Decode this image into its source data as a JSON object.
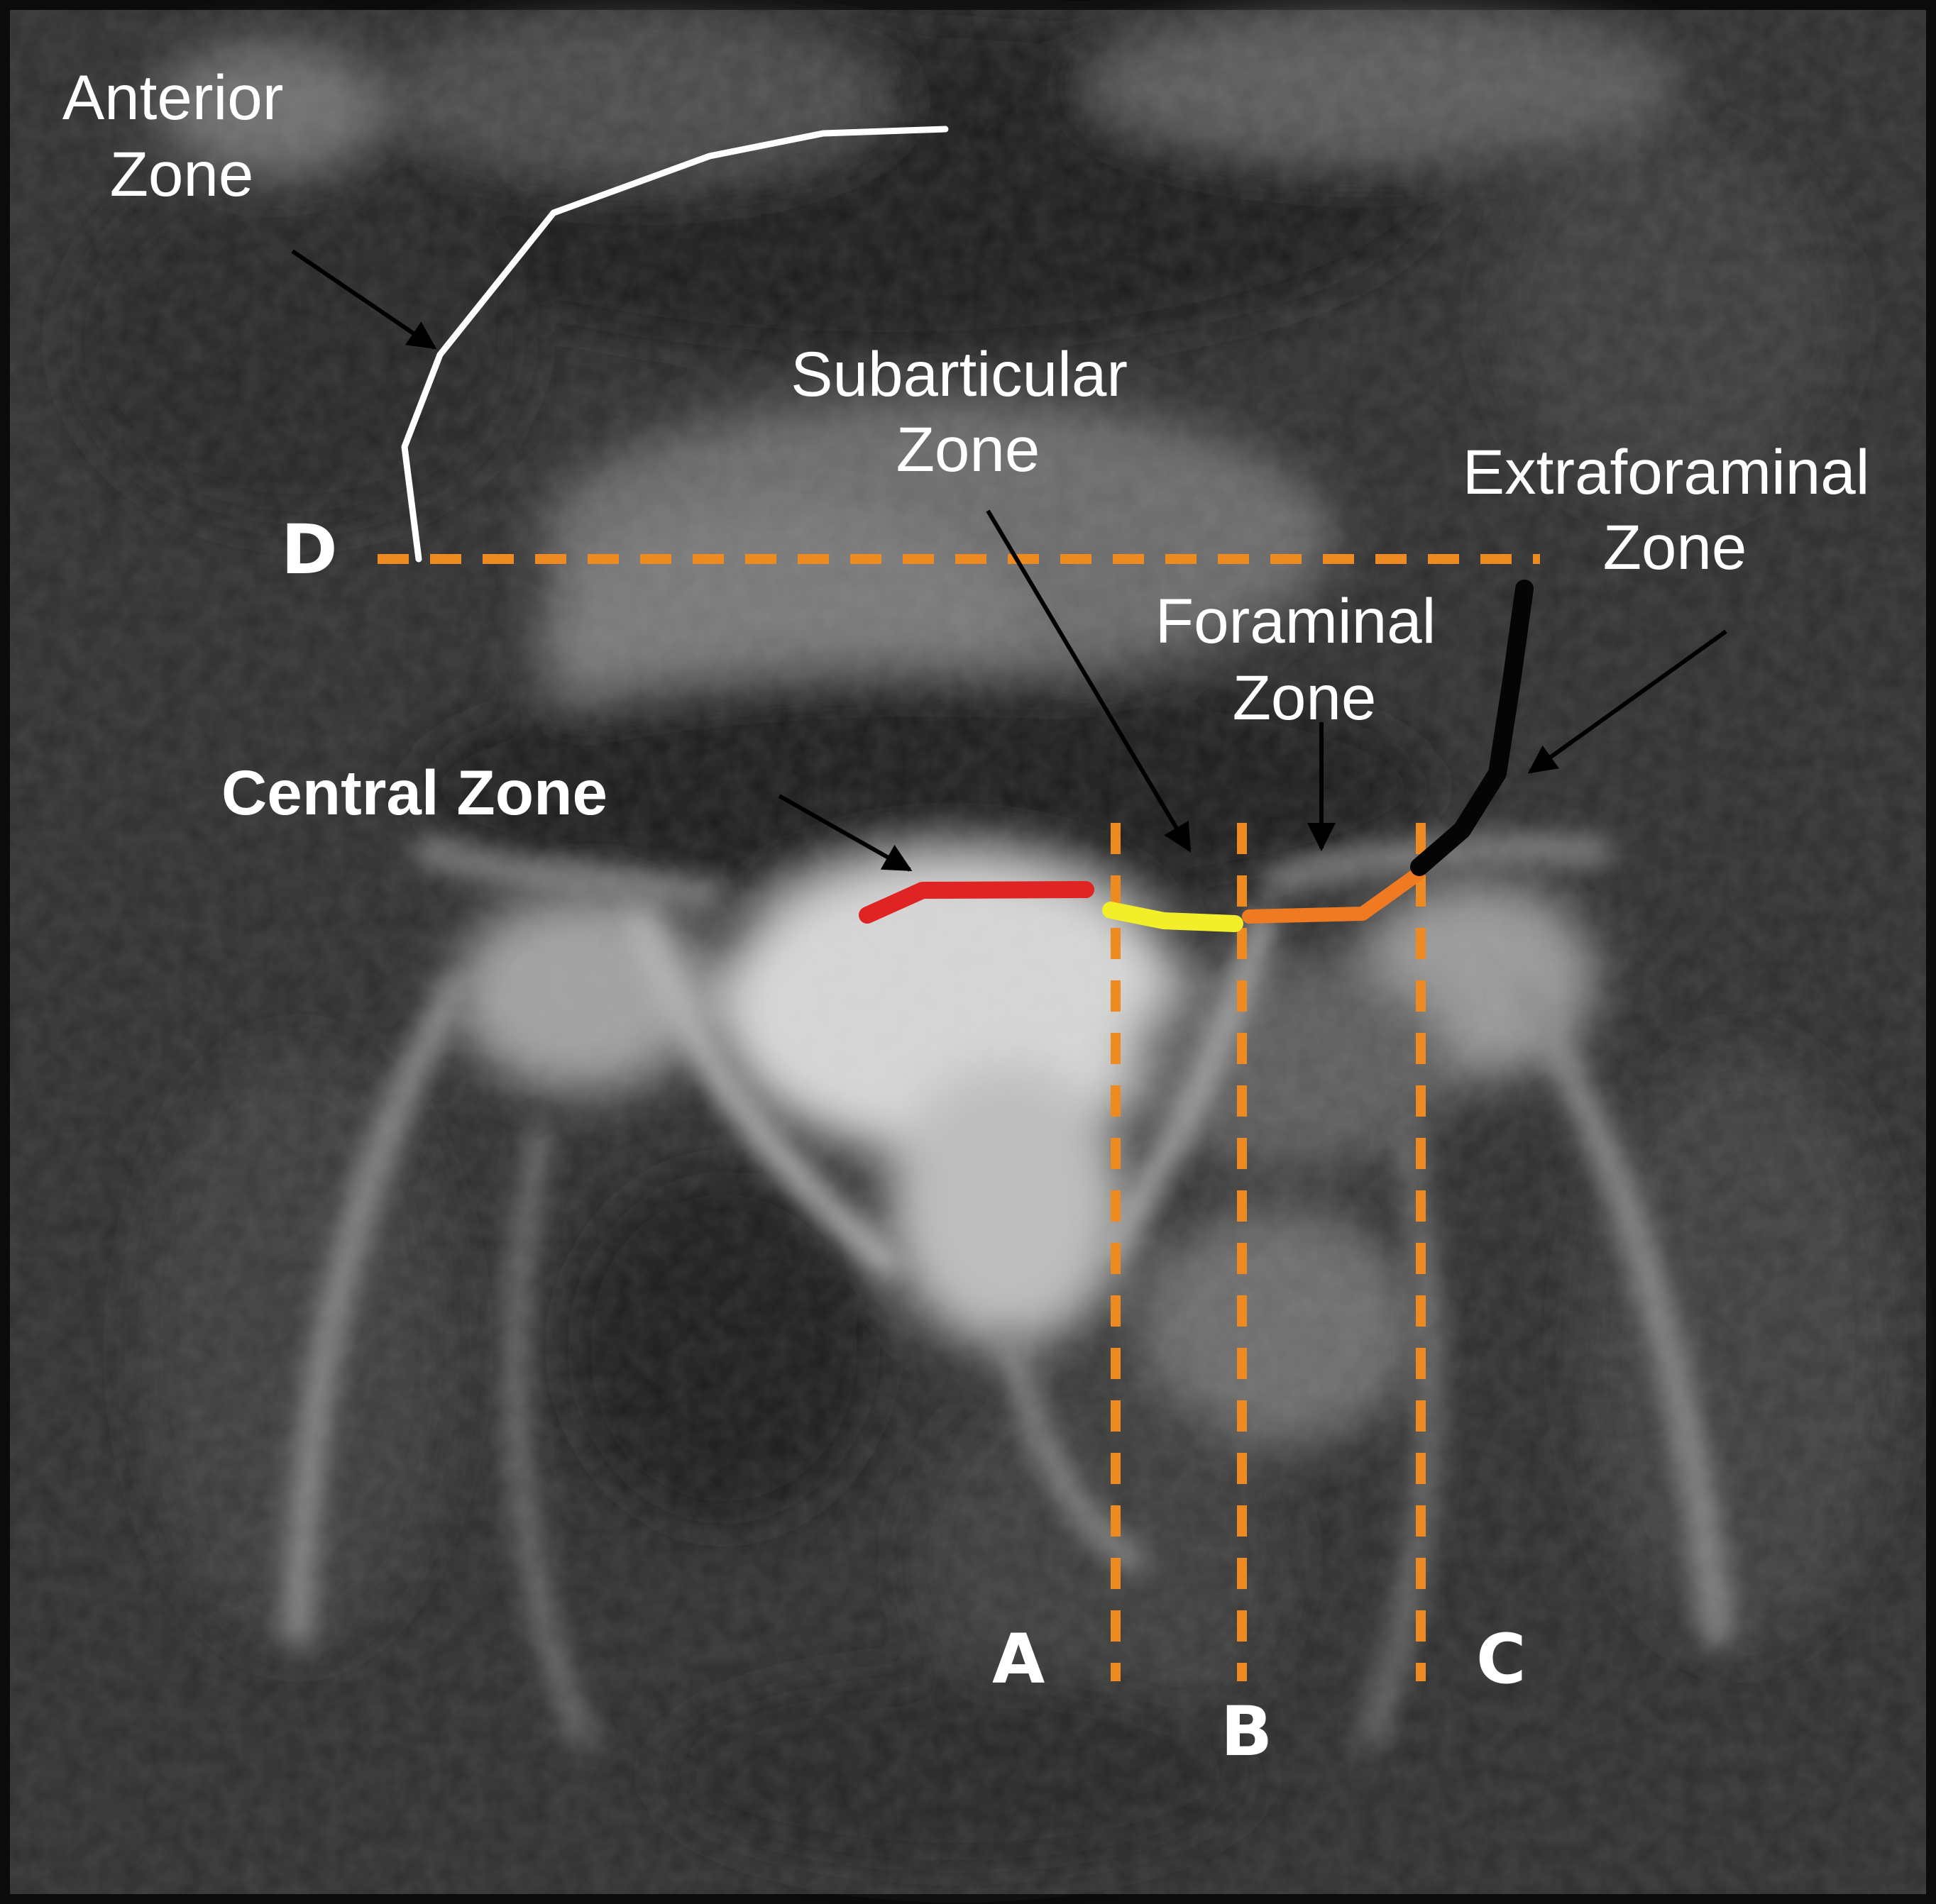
{
  "labels": {
    "anterior_zone": [
      "Anterior",
      "Zone"
    ],
    "subarticular_zone": [
      "Subarticular",
      "Zone"
    ],
    "extraforaminal_zone": [
      "Extraforaminal",
      "Zone"
    ],
    "foraminal_zone": [
      "Foraminal",
      "Zone"
    ],
    "central_zone": "Central Zone"
  },
  "boundary_letters": {
    "a": "A",
    "b": "B",
    "c": "C",
    "d": "D"
  },
  "colors": {
    "background": "#2e2e2e",
    "frame": "#0b0b0b",
    "boundary_dashed": "#ee8a22",
    "central_zone": "#e02424",
    "subarticular_zone": "#f2ee2a",
    "foraminal_zone": "#f07a22",
    "extraforaminal_zone": "#050505",
    "anterior_zone": "#ffffff",
    "arrow": "#000000"
  }
}
